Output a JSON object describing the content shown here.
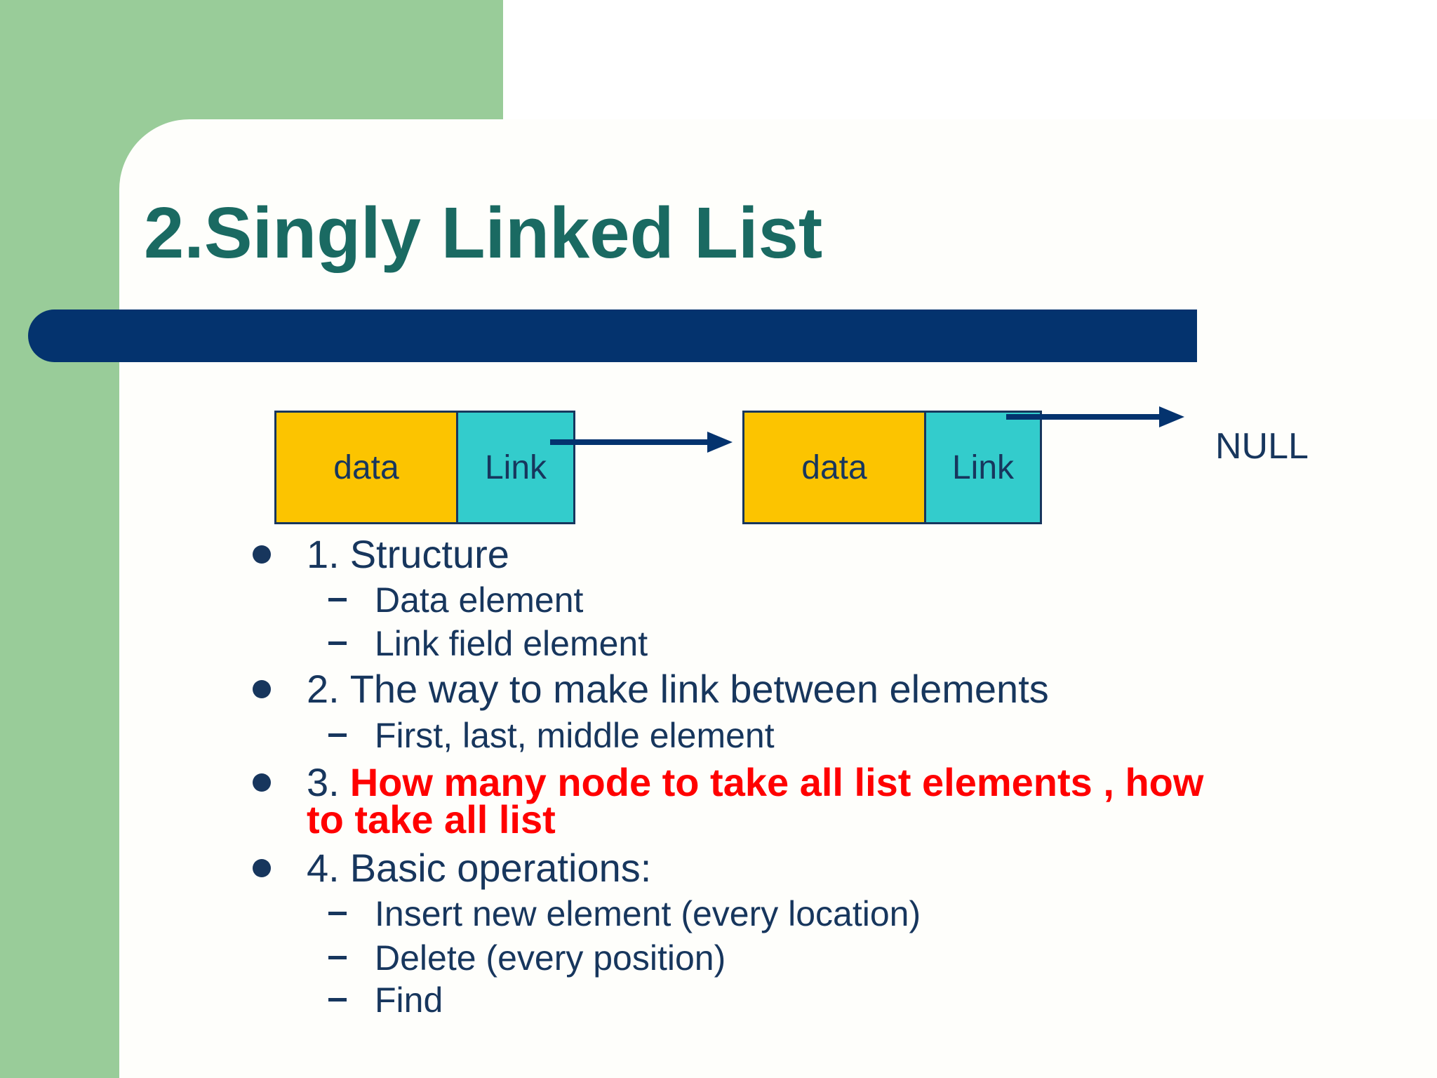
{
  "slide": {
    "title": "2.Singly Linked List"
  },
  "colors": {
    "green": "#99CC99",
    "card": "#FEFEFB",
    "navy": "#04336E",
    "text": "#17365D",
    "teal": "#1A6A62",
    "yellow": "#FCC400",
    "cyan": "#33CCCC",
    "red": "#FF0000"
  },
  "diagram": {
    "nodes": [
      {
        "data_label": "data",
        "link_label": "Link"
      },
      {
        "data_label": "data",
        "link_label": "Link"
      }
    ],
    "null_label": "NULL"
  },
  "lines": [
    {
      "num": "1.",
      "text": "Structure"
    },
    {
      "text": "Data element"
    },
    {
      "text": "Link field element"
    },
    {
      "num": "2.",
      "text": "The way to make link between elements"
    },
    {
      "text": "First, last, middle element"
    },
    {
      "num": "3.",
      "text": "How many node to take all list elements , how"
    },
    {
      "text": "to take all list"
    },
    {
      "num": "4.",
      "text": "Basic operations:"
    },
    {
      "text": "Insert new element (every location)"
    },
    {
      "text": "Delete (every position)"
    },
    {
      "text": "Find"
    }
  ]
}
